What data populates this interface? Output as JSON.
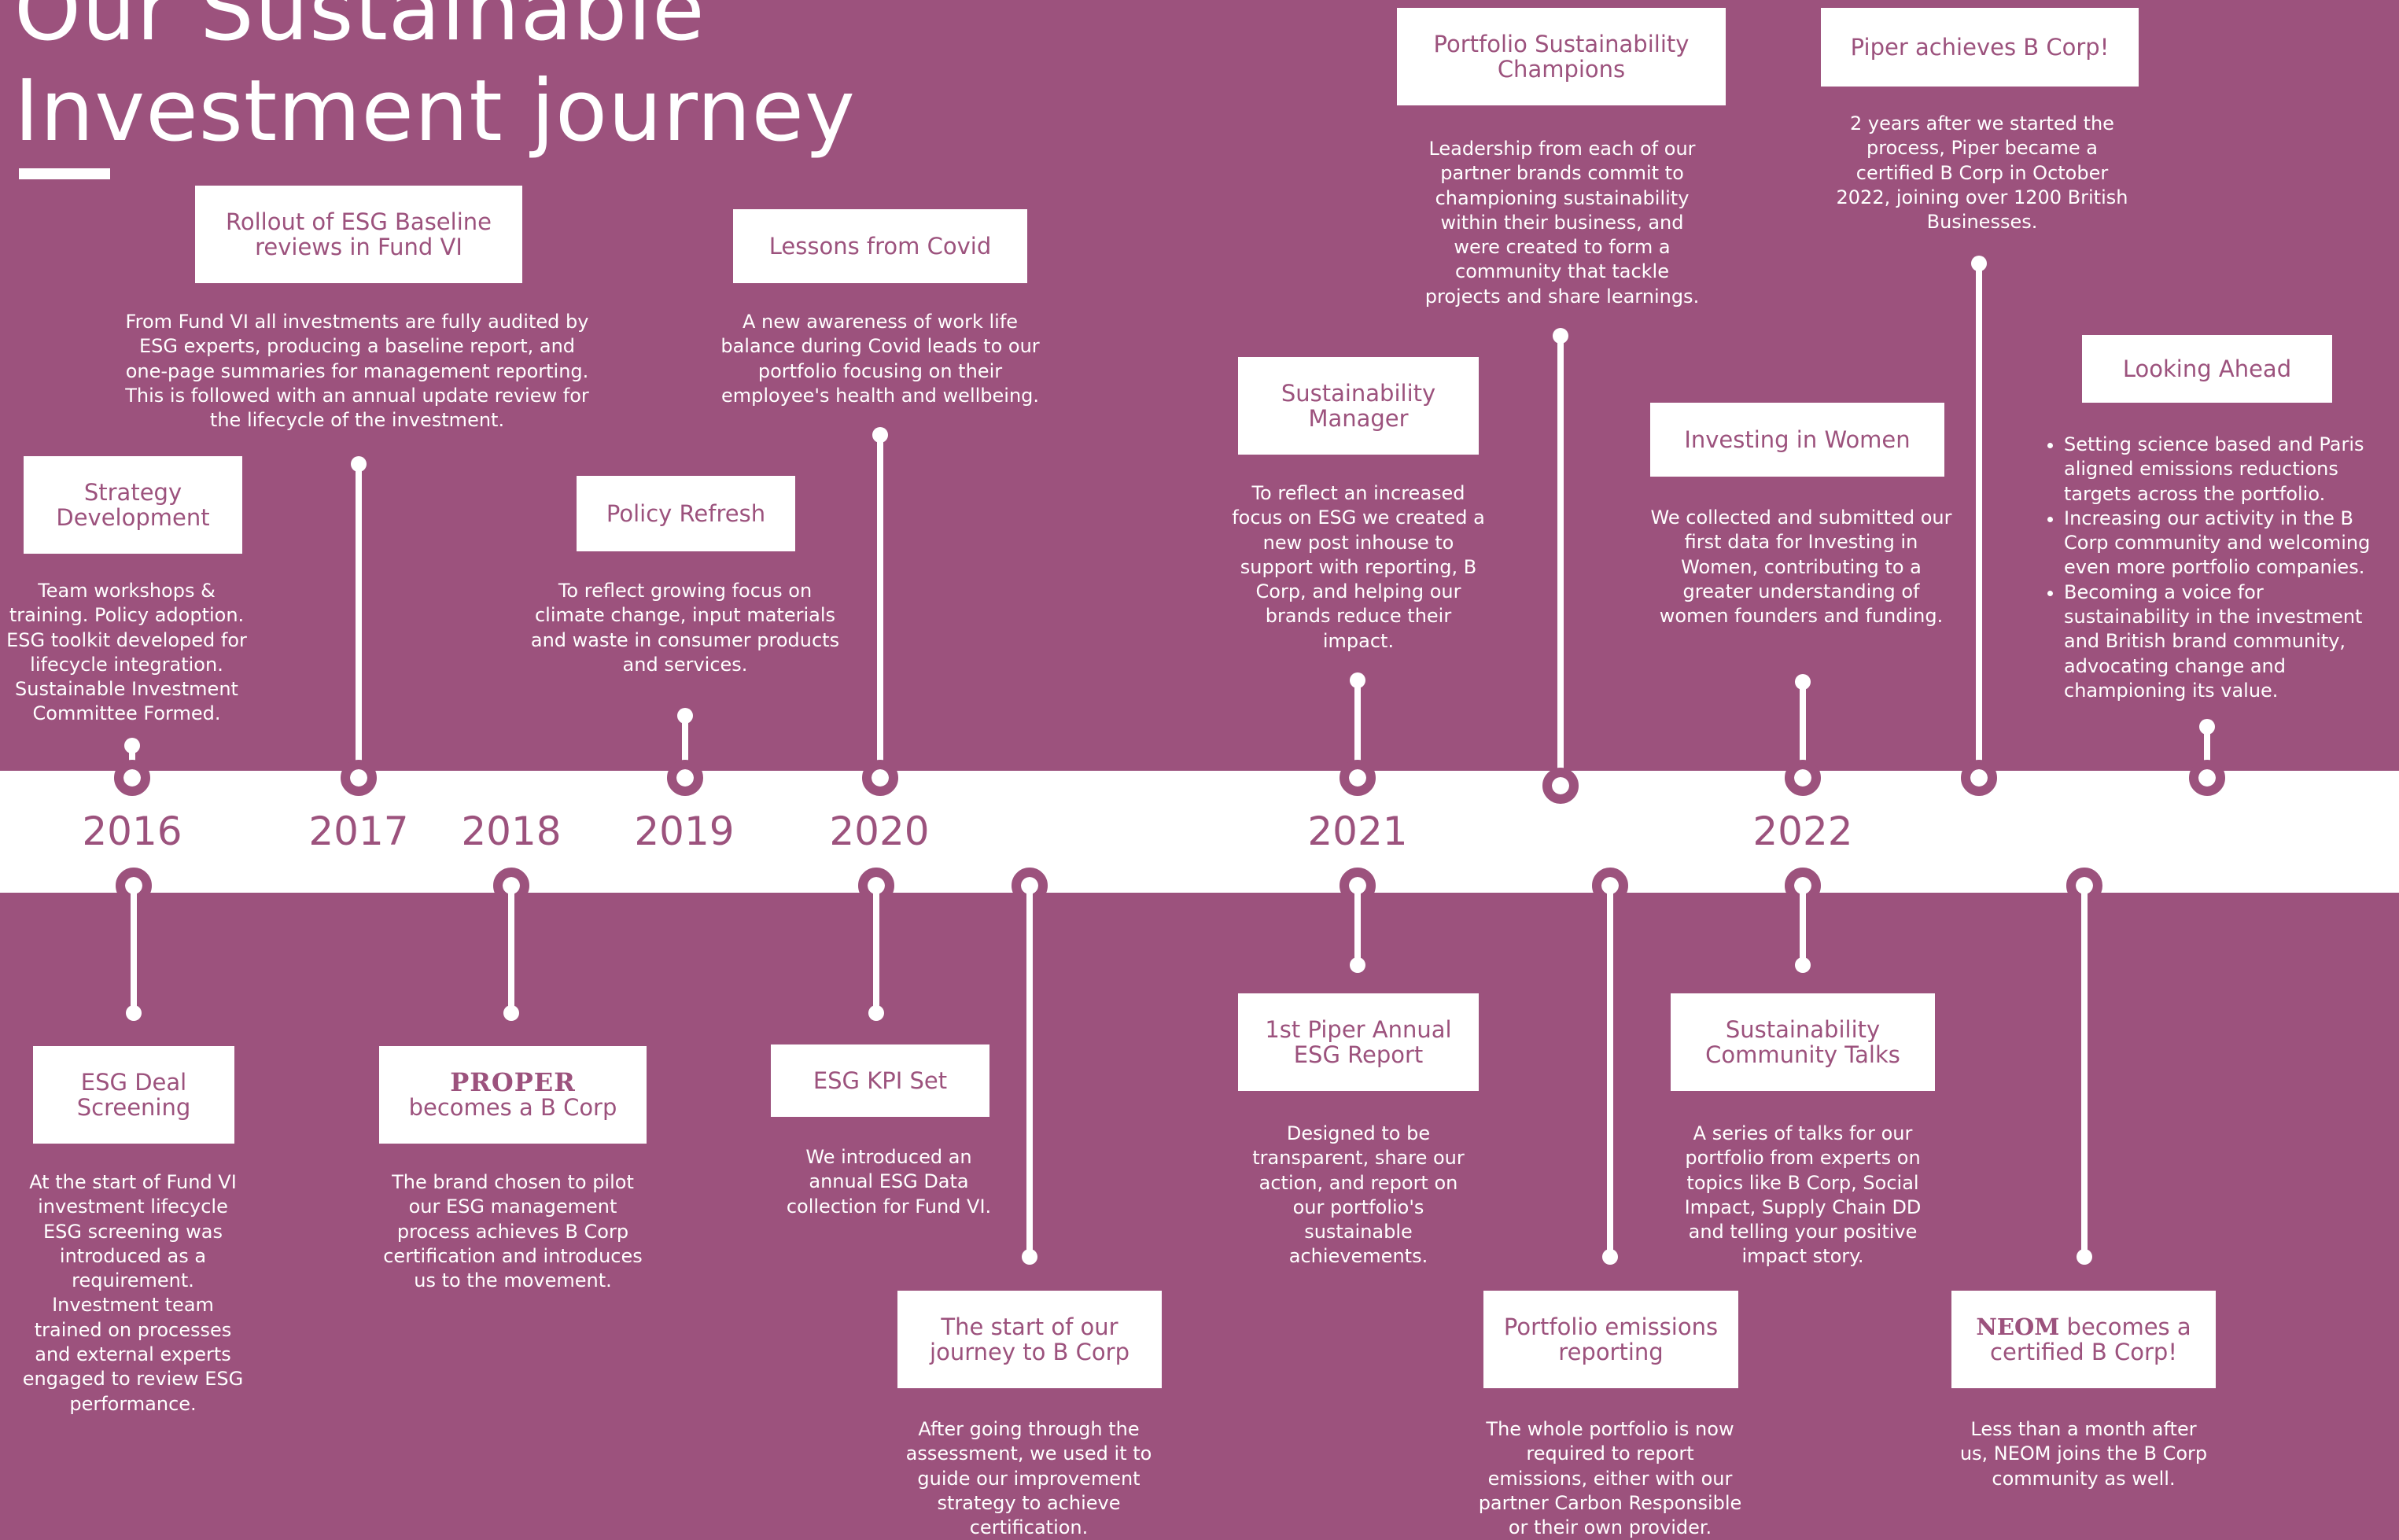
{
  "title": {
    "line1": "Our Sustainable",
    "line2": "Investment journey"
  },
  "years": [
    "2016",
    "2017",
    "2018",
    "2019",
    "2020",
    "2021",
    "2022"
  ],
  "milestones": {
    "strategy": {
      "title": "Strategy Development",
      "text": "Team workshops & training. Policy adoption. ESG toolkit developed for lifecycle integration. Sustainable Investment Committee Formed."
    },
    "rollout": {
      "title": "Rollout of ESG Baseline reviews in Fund VI",
      "text": "From Fund VI all investments are fully audited by ESG experts, producing a baseline report, and one-page summaries for management reporting. This is followed with an annual update review for the lifecycle of the investment."
    },
    "policy": {
      "title": "Policy Refresh",
      "text": "To reflect growing focus on climate change, input materials and waste in consumer products and services."
    },
    "covid": {
      "title": "Lessons from Covid",
      "text": "A new awareness of work life balance during Covid leads to our portfolio focusing on their employee's health and wellbeing."
    },
    "manager": {
      "title": "Sustainability Manager",
      "text": "To reflect an increased focus on ESG we created a new post inhouse to support with reporting, B Corp, and helping our brands reduce their impact."
    },
    "champions": {
      "title": "Portfolio Sustainability Champions",
      "text": "Leadership from each of our partner brands commit to championing sustainability within their business, and were created to form a community that tackle projects and share learnings."
    },
    "women": {
      "title": "Investing in Women",
      "text": "We collected and submitted our first data for Investing in Women, contributing to a greater understanding of women founders and funding."
    },
    "piper_bcorp": {
      "title": "Piper achieves B Corp!",
      "text": "2 years after we started the process, Piper became a certified B Corp in October 2022, joining over 1200 British Businesses."
    },
    "ahead": {
      "title": "Looking Ahead",
      "bullets": [
        "Setting science based and Paris aligned emissions reductions targets across the portfolio.",
        "Increasing our activity in the B Corp community and welcoming even more portfolio companies.",
        "Becoming a voice for sustainability in the investment and British brand community, advocating change and championing its value."
      ]
    },
    "screening": {
      "title": "ESG Deal Screening",
      "text": "At the start of Fund VI investment lifecycle ESG screening was introduced as a requirement. Investment team trained on processes and external experts engaged to review ESG performance."
    },
    "proper": {
      "brand": "PROPER",
      "title": "becomes a B Corp",
      "text": "The brand chosen to pilot our ESG management process achieves B Corp certification and introduces us to the movement."
    },
    "kpi": {
      "title": "ESG KPI Set",
      "text": "We introduced an annual ESG Data collection for Fund VI."
    },
    "start_bcorp": {
      "title": "The start of our journey to B Corp",
      "text": "After going through the assessment, we used it to guide our improvement strategy to achieve certification."
    },
    "annual_report": {
      "title": "1st Piper Annual ESG Report",
      "text": "Designed to be transparent, share our action, and report on our portfolio's sustainable achievements."
    },
    "emissions": {
      "title": "Portfolio emissions reporting",
      "text": "The whole portfolio is now required to report emissions, either with our partner Carbon Responsible or their own provider."
    },
    "talks": {
      "title": "Sustainability Community Talks",
      "text": "A series of talks for our portfolio from experts on topics like B Corp, Social Impact, Supply Chain DD and telling your positive impact story."
    },
    "neom": {
      "brand": "NEOM",
      "title": "becomes a certified B Corp!",
      "text": "Less than a month after us, NEOM joins the B Corp community as well."
    }
  },
  "colors": {
    "background": "#9c527d",
    "band": "#ffffff",
    "accent": "#9c527d"
  }
}
